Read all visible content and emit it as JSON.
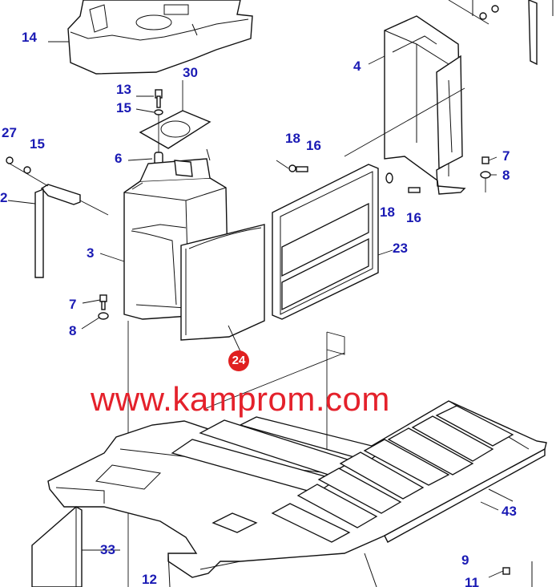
{
  "callouts": {
    "c14": "14",
    "c30": "30",
    "c13": "13",
    "c15a": "15",
    "c27": "27",
    "c15b": "15",
    "c2": "2",
    "c6": "6",
    "c3": "3",
    "c7a": "7",
    "c8a": "8",
    "c18a": "18",
    "c16a": "16",
    "c4": "4",
    "c7b": "7",
    "c8b": "8",
    "c18b": "18",
    "c16b": "16",
    "c23": "23",
    "c24": "24",
    "c43": "43",
    "c33": "33",
    "c12": "12",
    "c9": "9",
    "c11": "11"
  },
  "watermark": "www.kamprom.com",
  "colors": {
    "callout": "#1a1ab4",
    "badge": "#e02020",
    "watermark": "#e4212b",
    "line": "#111111"
  }
}
